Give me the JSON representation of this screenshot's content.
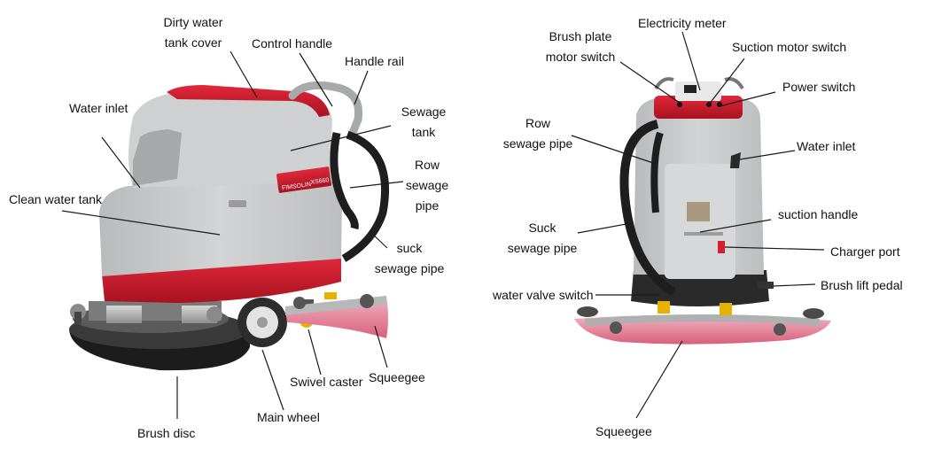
{
  "left_machine": {
    "brand_plate": {
      "brand": "FIMSOLIN",
      "model": "XS660"
    },
    "labels": {
      "dirty_water_tank_cover": [
        "Dirty water",
        "tank cover"
      ],
      "control_handle": "Control handle",
      "handle_rail": "Handle rail",
      "water_inlet": "Water inlet",
      "sewage_tank": [
        "Sewage",
        "tank"
      ],
      "clean_water_tank": "Clean water tank",
      "row_sewage_pipe": [
        "Row",
        "sewage",
        "pipe"
      ],
      "suck_sewage_pipe": [
        "suck",
        "sewage pipe"
      ],
      "swivel_caster": "Swivel caster",
      "squeegee": "Squeegee",
      "main_wheel": "Main wheel",
      "brush_disc": "Brush disc"
    }
  },
  "right_machine": {
    "labels": {
      "electricity_meter": "Electricity meter",
      "brush_plate_motor_switch": [
        "Brush plate",
        "motor switch"
      ],
      "suction_motor_switch": "Suction motor switch",
      "power_switch": "Power switch",
      "row_sewage_pipe": [
        "Row",
        "sewage pipe"
      ],
      "water_inlet": "Water inlet",
      "suction_handle": "suction handle",
      "suck_sewage_pipe": [
        "Suck",
        "sewage pipe"
      ],
      "charger_port": "Charger port",
      "water_valve_switch": "water valve switch",
      "brush_lift_pedal": "Brush lift pedal",
      "squeegee": "Squeegee"
    }
  },
  "colors": {
    "body_gray": "#c9cacb",
    "accent_red": "#c8192c",
    "dark": "#2b2b2b"
  }
}
